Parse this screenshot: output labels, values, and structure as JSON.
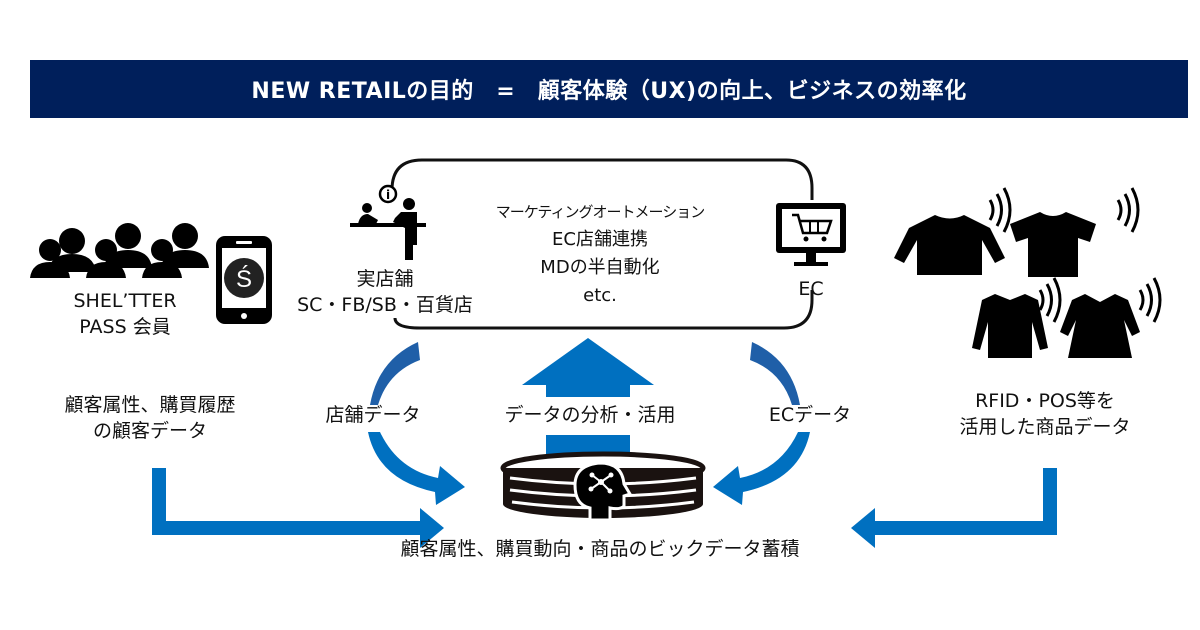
{
  "banner": {
    "title": "NEW RETAILの目的　=　顧客体験（UX)の向上、ビジネスの効率化"
  },
  "colors": {
    "banner_bg": "#001f5b",
    "arrow_blue": "#0070c0",
    "arrow_dark": "#1f5fa8"
  },
  "members": {
    "line1": "SHEL’TTER",
    "line2": "PASS 会員",
    "app_icon_letter": "Ś"
  },
  "customer_data": {
    "line1": "顧客属性、購買履歴",
    "line2": "の顧客データ"
  },
  "store": {
    "line1": "実店舗",
    "line2": "SC・FB/SB・百貨店",
    "info_icon_letter": "i"
  },
  "center_box": {
    "line1": "マーケティングオートメーション",
    "line2": "EC店舗連携",
    "line3": "MDの半自動化",
    "line4": "etc."
  },
  "ec": {
    "label": "EC"
  },
  "product": {
    "line1": "RFID・POS等を",
    "line2": "活用した商品データ"
  },
  "flows": {
    "store_data": "店舗データ",
    "analysis": "データの分析・活用",
    "ec_data": "ECデータ"
  },
  "bigdata": {
    "label": "顧客属性、購買動向・商品のビックデータ蓄積"
  }
}
